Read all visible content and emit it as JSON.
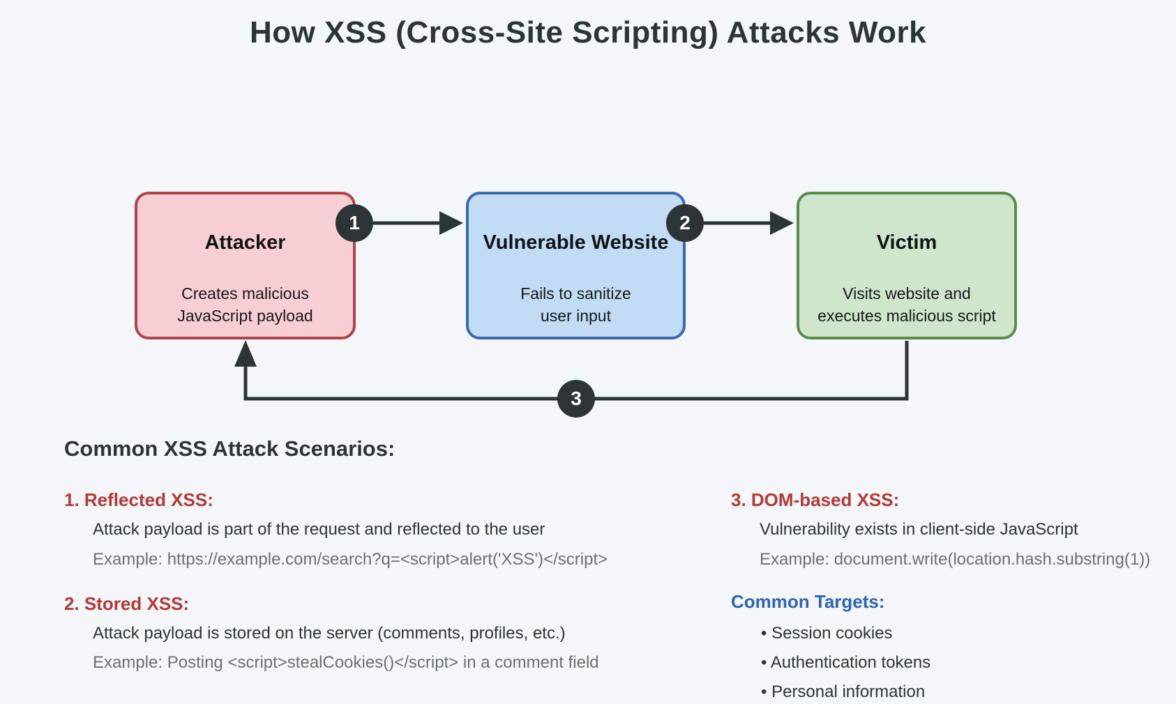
{
  "title": "How XSS (Cross-Site Scripting) Attacks Work",
  "colors": {
    "background": "#f5f6fa",
    "text_dark": "#2d3436",
    "example_gray": "#6a7076",
    "attacker_fill": "#f6ced3",
    "attacker_border": "#b04449",
    "website_fill": "#c2dcf5",
    "website_border": "#3b68ae",
    "victim_fill": "#cfe5cc",
    "victim_border": "#5b8c4a",
    "badge_fill": "#2d3436",
    "scenario_heading_red": "#b03a36",
    "targets_heading_blue": "#2b65b8"
  },
  "diagram": {
    "nodes": [
      {
        "id": "attacker",
        "label": "Attacker",
        "desc": "Creates malicious\nJavaScript payload"
      },
      {
        "id": "website",
        "label": "Vulnerable Website",
        "desc": "Fails to sanitize\nuser input"
      },
      {
        "id": "victim",
        "label": "Victim",
        "desc": "Visits website and\nexecutes malicious script"
      }
    ],
    "badges": [
      "1",
      "2",
      "3"
    ]
  },
  "scenarios": {
    "heading": "Common XSS Attack Scenarios:",
    "items": [
      {
        "title": "1. Reflected XSS:",
        "desc": "Attack payload is part of the request and reflected to the user",
        "example": "Example: https://example.com/search?q=<script>alert('XSS')</script>"
      },
      {
        "title": "2. Stored XSS:",
        "desc": "Attack payload is stored on the server (comments, profiles, etc.)",
        "example": "Example: Posting <script>stealCookies()</script> in a comment field"
      },
      {
        "title": "3. DOM-based XSS:",
        "desc": "Vulnerability exists in client-side JavaScript",
        "example": "Example: document.write(location.hash.substring(1))"
      }
    ],
    "targets": {
      "heading": "Common Targets:",
      "items": [
        "Session cookies",
        "Authentication tokens",
        "Personal information"
      ]
    }
  }
}
